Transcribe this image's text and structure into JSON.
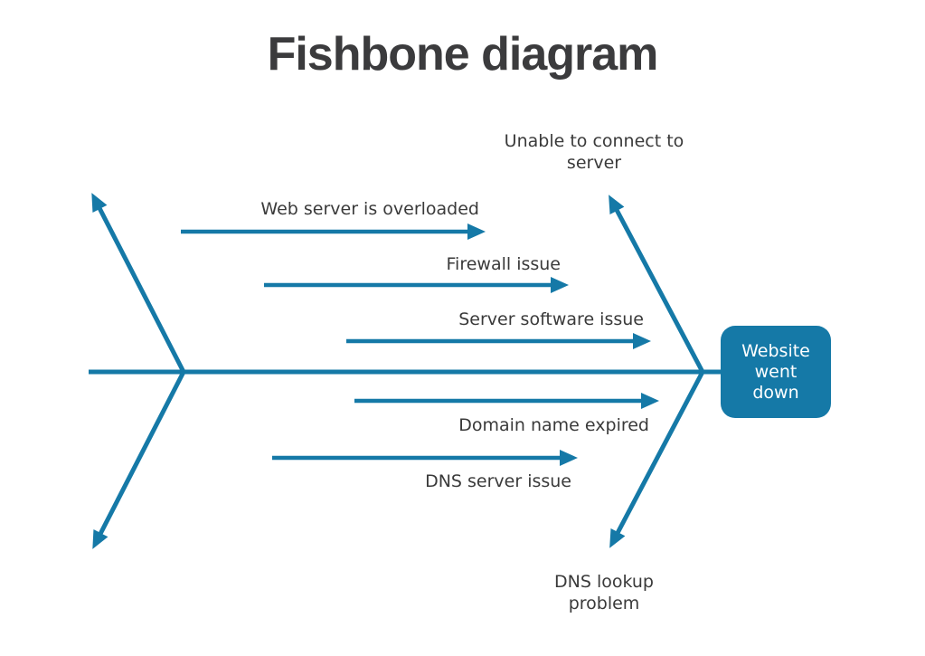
{
  "title": "Fishbone diagram",
  "colors": {
    "line": "#1579A7",
    "effect_bg": "#1579A7",
    "effect_text": "#FFFFFF",
    "title_text": "#3B3B3D",
    "label_text": "#3A3A3A"
  },
  "effect": {
    "label": "Website went down"
  },
  "spine_labels": {
    "top_end": "Unable to connect to server",
    "bottom_end": "DNS lookup problem"
  },
  "causes": {
    "top": [
      {
        "label": "Web server is overloaded"
      },
      {
        "label": "Firewall issue"
      },
      {
        "label": "Server software issue"
      }
    ],
    "bottom": [
      {
        "label": "Domain name expired"
      },
      {
        "label": "DNS server issue"
      }
    ]
  }
}
